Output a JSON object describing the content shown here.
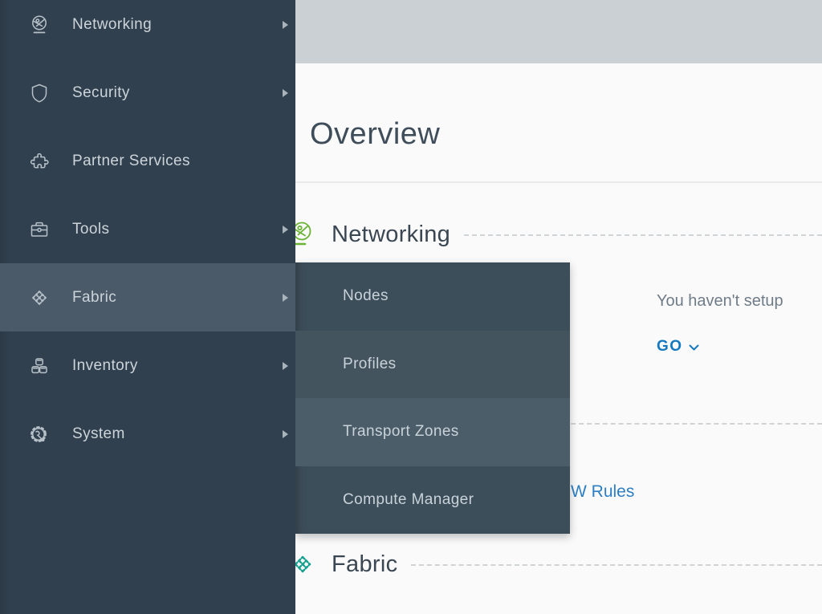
{
  "sidebar": {
    "items": [
      {
        "label": "Networking",
        "icon": "globe-icon",
        "has_submenu": true,
        "active": false
      },
      {
        "label": "Security",
        "icon": "shield-icon",
        "has_submenu": true,
        "active": false
      },
      {
        "label": "Partner Services",
        "icon": "puzzle-icon",
        "has_submenu": false,
        "active": false
      },
      {
        "label": "Tools",
        "icon": "toolbox-icon",
        "has_submenu": true,
        "active": false
      },
      {
        "label": "Fabric",
        "icon": "weave-icon",
        "has_submenu": true,
        "active": true
      },
      {
        "label": "Inventory",
        "icon": "boxes-icon",
        "has_submenu": true,
        "active": false
      },
      {
        "label": "System",
        "icon": "gear-wrench-icon",
        "has_submenu": true,
        "active": false
      }
    ]
  },
  "flyout": {
    "items": [
      {
        "label": "Nodes",
        "state": "normal"
      },
      {
        "label": "Profiles",
        "state": "subtle"
      },
      {
        "label": "Transport Zones",
        "state": "hover"
      },
      {
        "label": "Compute Manager",
        "state": "normal"
      }
    ]
  },
  "main": {
    "page_title": "Overview",
    "sections": {
      "networking": {
        "title": "Networking",
        "icon": "globe-green-icon"
      },
      "fabric": {
        "title": "Fabric",
        "icon": "weave-teal-icon"
      }
    },
    "networking_widget": {
      "message": "You haven't setup",
      "go_label": "GO"
    },
    "partial_link_text": "W Rules"
  },
  "colors": {
    "sidebar_bg": "#31404e",
    "sidebar_active_bg": "#4a5a68",
    "flyout_bg": "#3d4e5b",
    "flyout_hover_bg": "#4c5d6a",
    "topbar_bg": "#cbd0d4",
    "content_bg": "#fafafa",
    "link_blue": "#1478c0",
    "brand_green": "#6ab335",
    "brand_teal": "#17a08f",
    "heading_text": "#3f4d5a",
    "muted_text": "#6f7c88"
  }
}
